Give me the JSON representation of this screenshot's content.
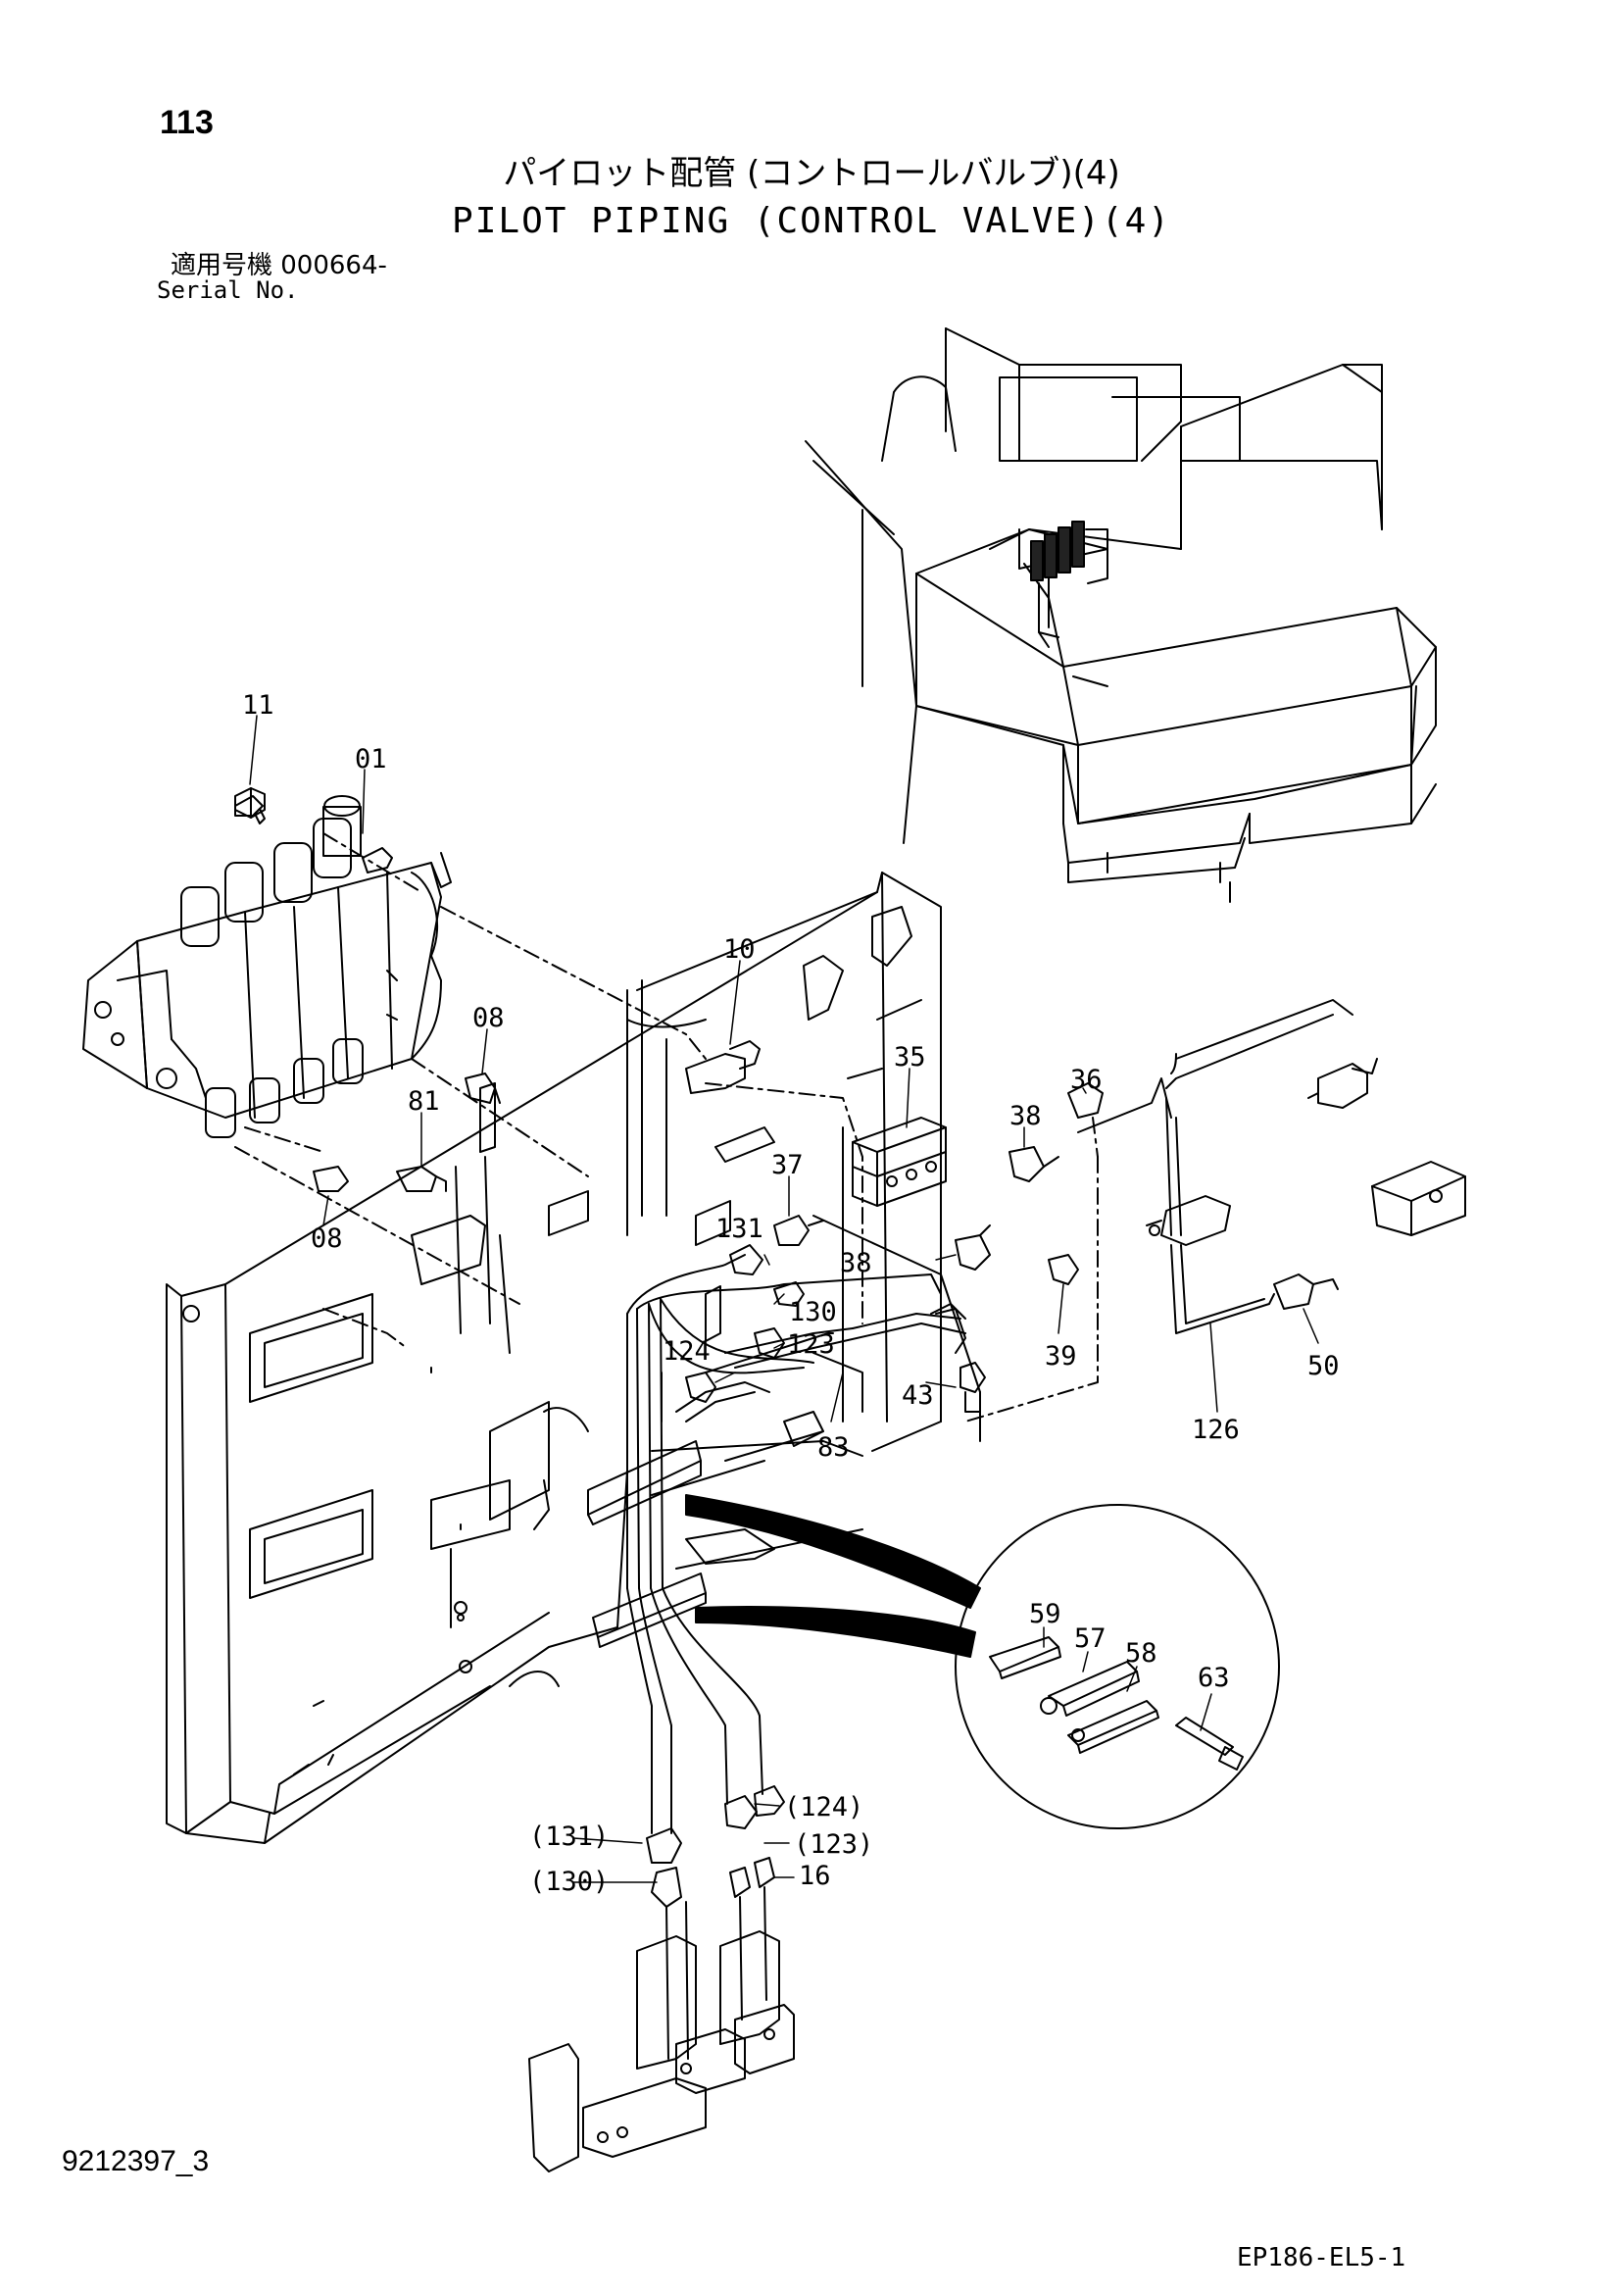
{
  "header": {
    "page_number": "113",
    "title_ja": "パイロット配管 (コントロールバルブ)(4)",
    "title_en": "PILOT PIPING (CONTROL VALVE)(4)",
    "serial_label_ja": "適用号機 000664-",
    "serial_label_en": "Serial No."
  },
  "footer": {
    "drawing_id": "9212397_3",
    "sheet_code": "EP186-EL5-1"
  },
  "callouts": [
    "11",
    "01",
    "10",
    "08",
    "81",
    "08",
    "35",
    "36",
    "37",
    "38",
    "38",
    "131",
    "130",
    "124",
    "123",
    "43",
    "83",
    "39",
    "50",
    "126",
    "59",
    "57",
    "58",
    "63",
    "(124)",
    "(131)",
    "(123)",
    "(130)",
    "16"
  ]
}
